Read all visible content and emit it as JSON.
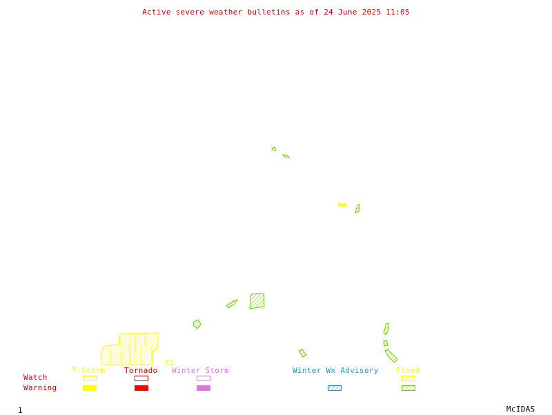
{
  "title": "Active severe weather bulletins as of 24 June 2025 11:05",
  "frame_number": "1",
  "software_label": "McIDAS",
  "legend": {
    "row_labels": {
      "watch": "Watch",
      "warning": "Warning"
    },
    "categories": [
      {
        "label": "T-Storm",
        "label_color": "#ffff00",
        "watch": "outline",
        "warning": "solid",
        "color": "#ffff00"
      },
      {
        "label": "Tornado",
        "label_color": "#ff0000",
        "watch": "outline",
        "warning": "solid",
        "color": "#ff0000"
      },
      {
        "label": "Winter Storm",
        "label_color": "#dd77dd",
        "watch": "outline",
        "warning": "solid",
        "color": "#dd77dd"
      },
      {
        "label": "Winter Wx Advisory",
        "label_color": "#1199cc",
        "watch": "none",
        "warning": "hatched",
        "color": "#1199cc"
      },
      {
        "label": "Flood",
        "label_color": "#ffff00",
        "watch": "hatched",
        "warning": "hatched",
        "color_watch": "#ffff00",
        "color_warning": "#66cc00"
      }
    ]
  },
  "colors": {
    "text_red": "#cc0000",
    "flood_warning": "#66cc00",
    "tstorm_warning": "#ffff00",
    "background": "#ffffff"
  }
}
